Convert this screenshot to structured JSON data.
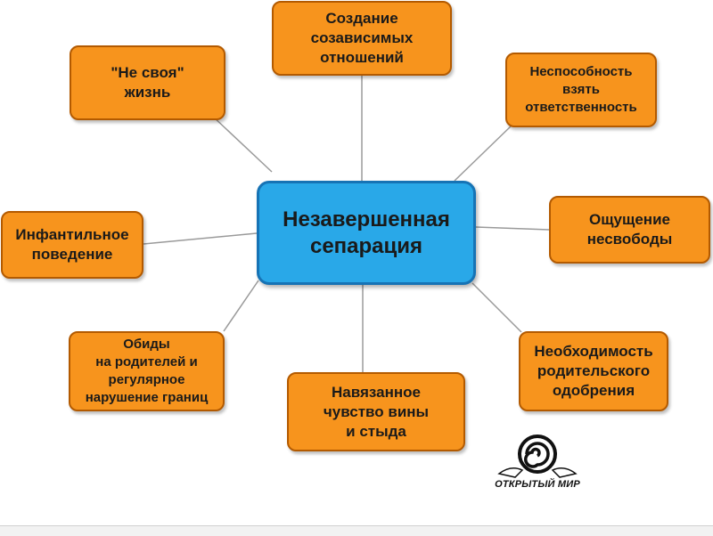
{
  "diagram": {
    "center": "Незавершенная\nсепарация",
    "nodes": [
      {
        "id": "not-own-life",
        "text": "\"Не своя\"\nжизнь"
      },
      {
        "id": "codependent",
        "text": "Создание\nсозависимых\nотношений"
      },
      {
        "id": "responsibility",
        "text": "Неспособность\nвзять\nответственность"
      },
      {
        "id": "infantile",
        "text": "Инфантильное\nповедение"
      },
      {
        "id": "unfreedom",
        "text": "Ощущение\nнесвободы"
      },
      {
        "id": "resentment",
        "text": "Обиды\nна родителей и\nрегулярное\nнарушение границ"
      },
      {
        "id": "guilt",
        "text": "Навязанное\nчувство вины\nи стыда"
      },
      {
        "id": "approval",
        "text": "Необходимость\nродительского\nодобрения"
      }
    ]
  },
  "logo": {
    "text": "ОТКРЫТЫЙ МИР"
  },
  "colors": {
    "node_fill": "#f7941d",
    "node_border": "#b35a00",
    "center_fill": "#29a8e8",
    "center_border": "#1673b5",
    "connector": "#9a9a9a"
  }
}
